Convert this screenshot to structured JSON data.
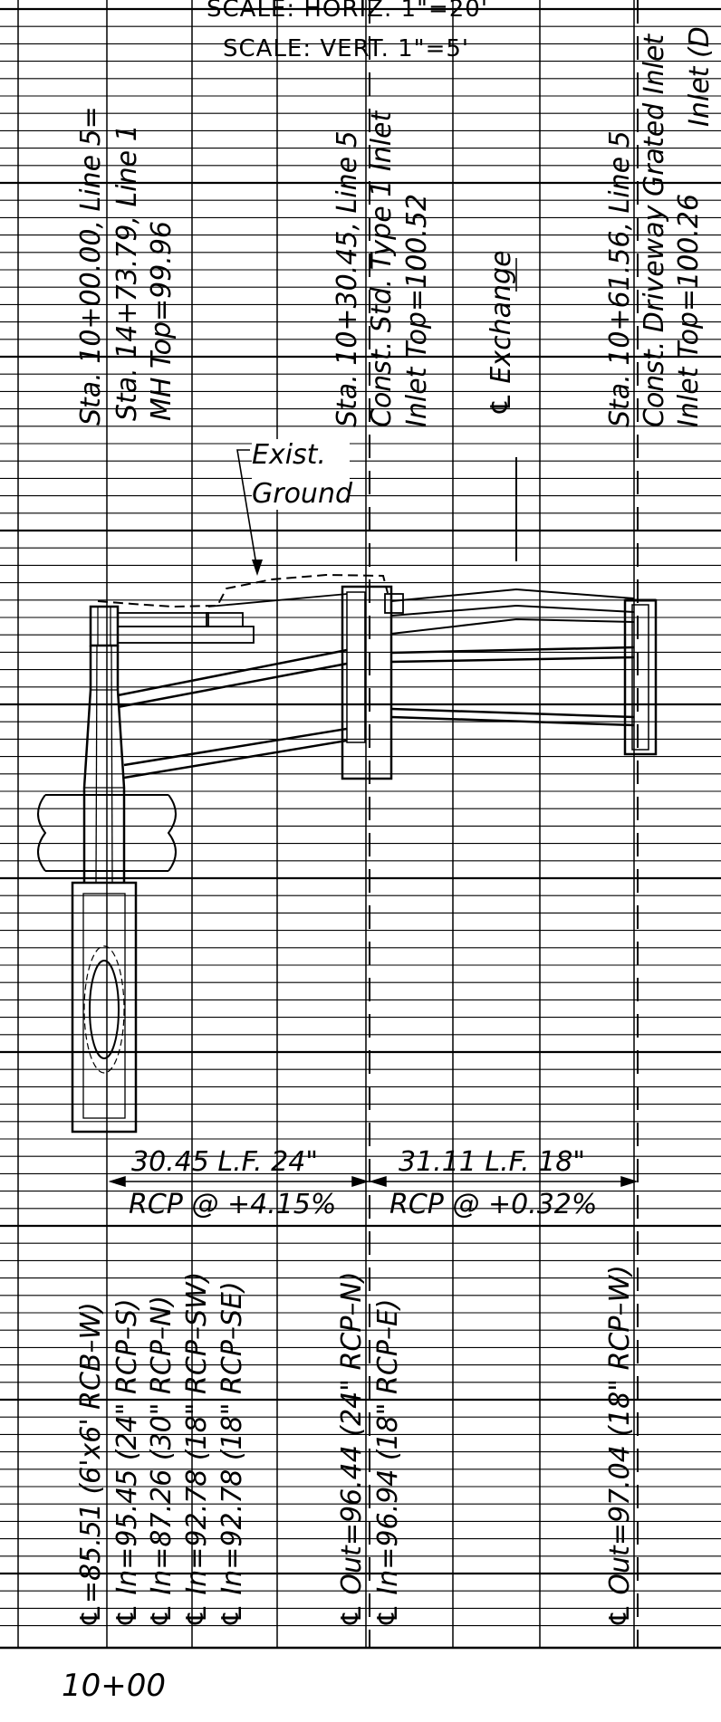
{
  "header": {
    "scale_horiz": "SCALE: HORIZ. 1\"=20'",
    "scale_vert": "SCALE: VERT. 1\"=5'",
    "top_right_fragment": "Inlet (D"
  },
  "structures": {
    "manhole": {
      "line1": "Sta. 10+00.00, Line 5=",
      "line2": "Sta. 14+73.79, Line 1",
      "line3": "MH Top=99.96"
    },
    "inlet_type1": {
      "line1": "Sta. 10+30.45, Line 5",
      "line2": "Const. Std. Type 1 Inlet",
      "line3": "Inlet Top=100.52"
    },
    "exchange": "℄ Exchange",
    "driveway_inlet": {
      "line1": "Sta. 10+61.56, Line 5",
      "line2": "Const. Driveway Grated Inlet",
      "line3": "Inlet Top=100.26"
    }
  },
  "annotations": {
    "exist_ground_1": "Exist.",
    "exist_ground_2": "Ground"
  },
  "pipes": [
    {
      "length": "30.45 L.F. 24\"",
      "slope": "RCP @ +4.15%"
    },
    {
      "length": "31.11 L.F. 18\"",
      "slope": "RCP @ +0.32%"
    }
  ],
  "flowlines": [
    "℄=85.51 (6'x6' RCB–W)",
    "℄ In=95.45 (24\" RCP–S)",
    "℄ In=87.26 (30\" RCP–N)",
    "℄ In=92.78 (18\" RCP–SW)",
    "℄ In=92.78 (18\" RCP–SE)",
    "℄ Out=96.44 (24\" RCP–N)",
    "℄ In=96.94 (18\" RCP–E)",
    "℄ Out=97.04 (18\" RCP–W)"
  ],
  "station_label": "10+00"
}
